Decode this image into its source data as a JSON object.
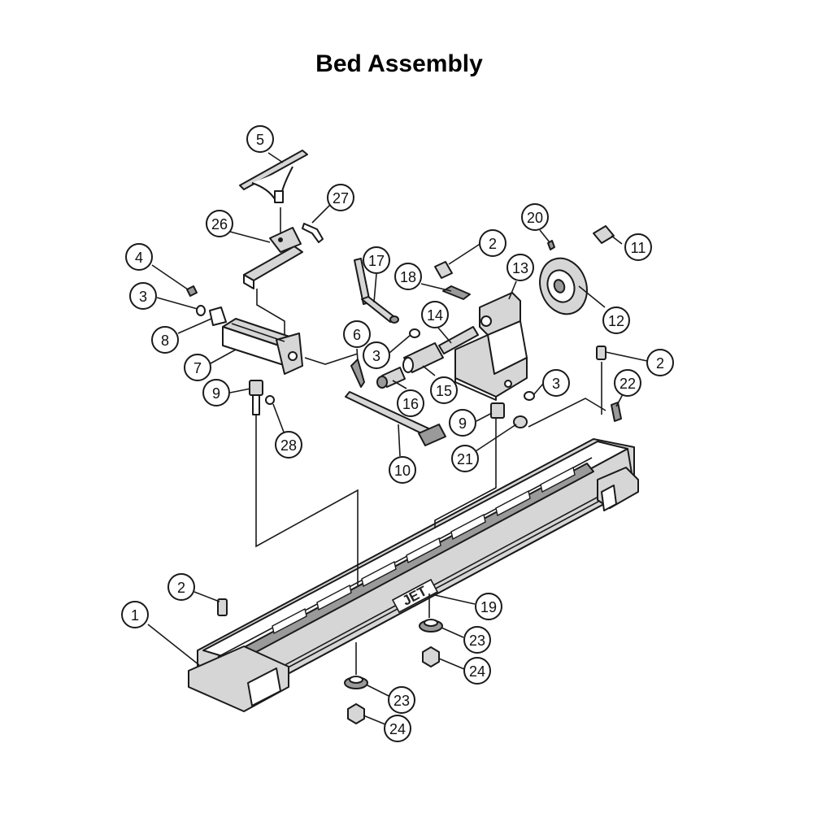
{
  "title": "Bed Assembly",
  "logo_text": "JET",
  "callouts": [
    {
      "id": "c1",
      "label": "1"
    },
    {
      "id": "c2a",
      "label": "2"
    },
    {
      "id": "c2b",
      "label": "2"
    },
    {
      "id": "c2c",
      "label": "2"
    },
    {
      "id": "c3a",
      "label": "3"
    },
    {
      "id": "c3b",
      "label": "3"
    },
    {
      "id": "c3c",
      "label": "3"
    },
    {
      "id": "c4",
      "label": "4"
    },
    {
      "id": "c5",
      "label": "5"
    },
    {
      "id": "c6",
      "label": "6"
    },
    {
      "id": "c7",
      "label": "7"
    },
    {
      "id": "c8",
      "label": "8"
    },
    {
      "id": "c9a",
      "label": "9"
    },
    {
      "id": "c9b",
      "label": "9"
    },
    {
      "id": "c10",
      "label": "10"
    },
    {
      "id": "c11",
      "label": "11"
    },
    {
      "id": "c12",
      "label": "12"
    },
    {
      "id": "c13",
      "label": "13"
    },
    {
      "id": "c14",
      "label": "14"
    },
    {
      "id": "c15",
      "label": "15"
    },
    {
      "id": "c16",
      "label": "16"
    },
    {
      "id": "c17",
      "label": "17"
    },
    {
      "id": "c18",
      "label": "18"
    },
    {
      "id": "c19",
      "label": "19"
    },
    {
      "id": "c20",
      "label": "20"
    },
    {
      "id": "c21",
      "label": "21"
    },
    {
      "id": "c22",
      "label": "22"
    },
    {
      "id": "c23a",
      "label": "23"
    },
    {
      "id": "c23b",
      "label": "23"
    },
    {
      "id": "c24a",
      "label": "24"
    },
    {
      "id": "c24b",
      "label": "24"
    },
    {
      "id": "c26",
      "label": "26"
    },
    {
      "id": "c27",
      "label": "27"
    },
    {
      "id": "c28",
      "label": "28"
    }
  ]
}
